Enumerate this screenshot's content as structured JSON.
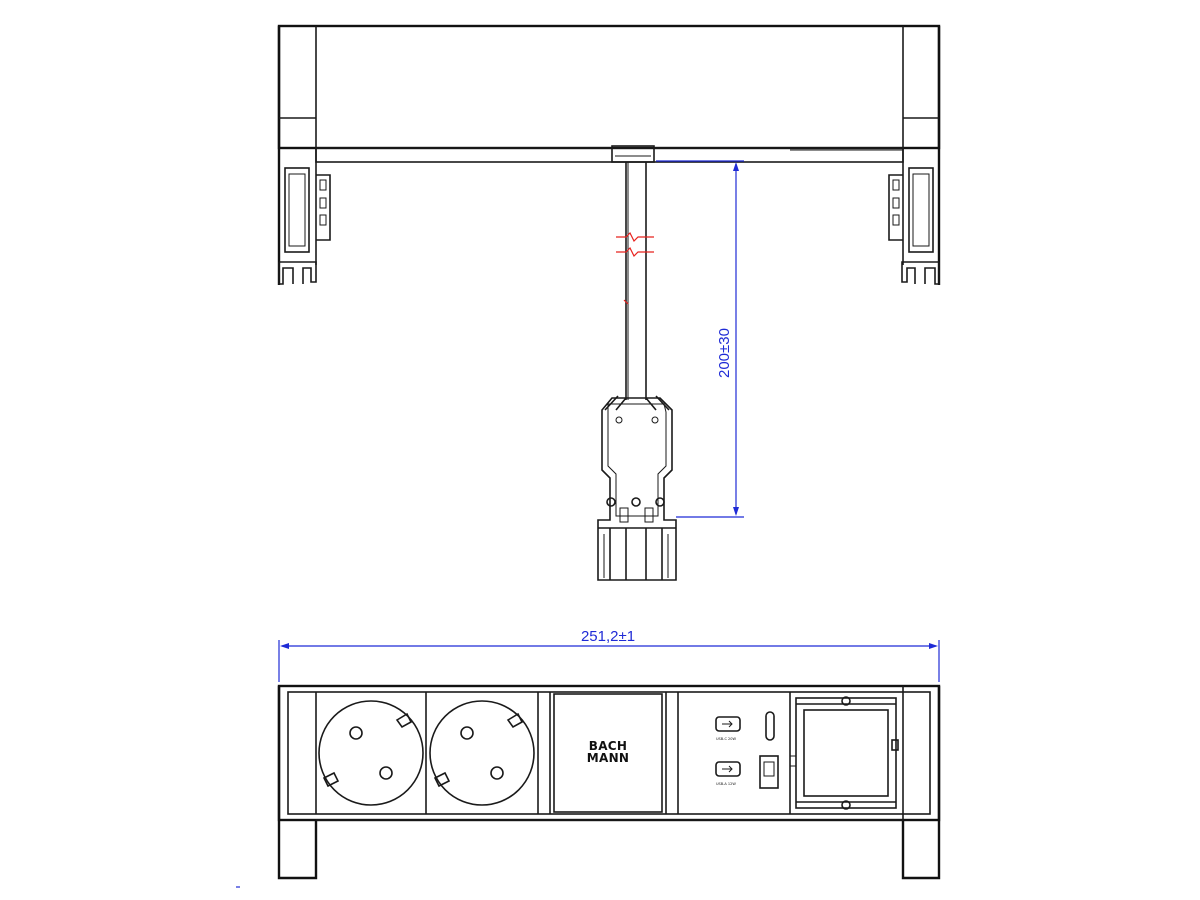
{
  "dimensions": {
    "cable_length": "200±30",
    "overall_width": "251,2±1"
  },
  "front_view": {
    "brand_module_text_line1": "BACH",
    "brand_module_text_line2": "MANN",
    "usb_c_label": "USB-C 20W",
    "usb_a_label": "USB-A 12W"
  },
  "colors": {
    "dimension": "#1f2bd6",
    "break_mark": "#e8231f",
    "outline": "#1a1a1a"
  }
}
